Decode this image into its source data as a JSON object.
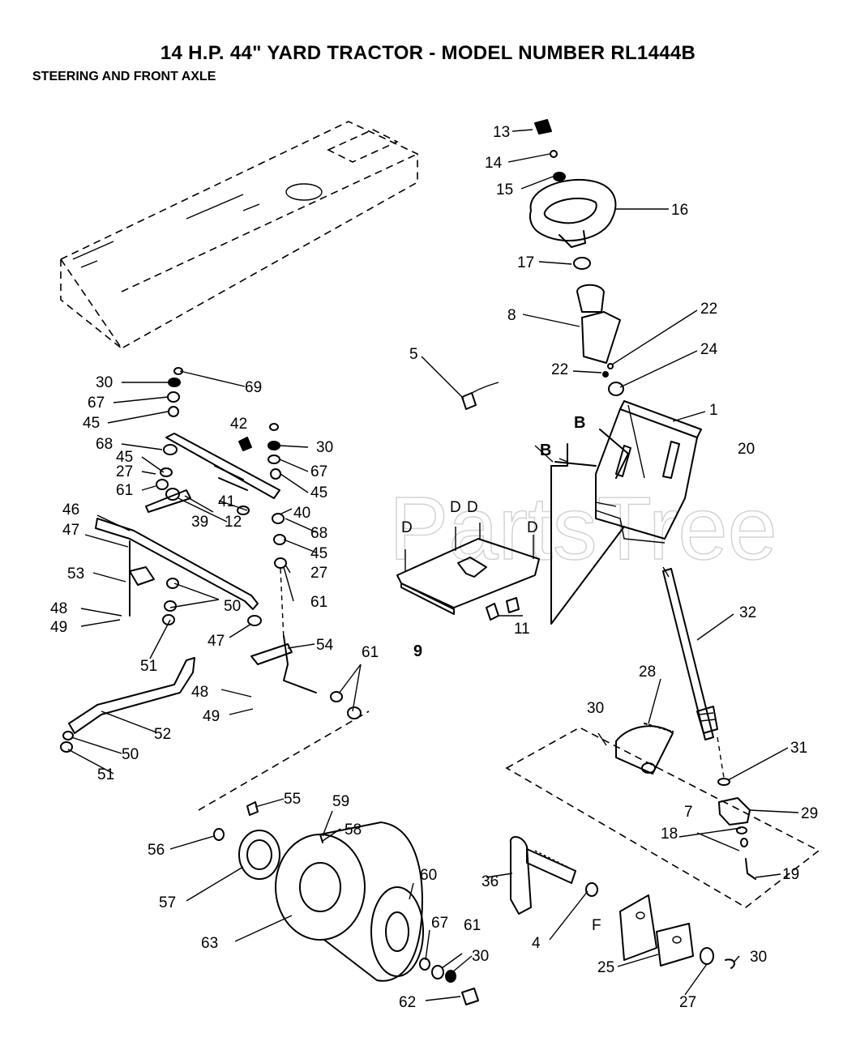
{
  "header": {
    "title": "14 H.P. 44\" YARD TRACTOR - MODEL NUMBER RL1444B",
    "subtitle": "STEERING  AND FRONT AXLE"
  },
  "watermark": "PartsTree",
  "callouts": [
    "1",
    "4",
    "5",
    "7",
    "8",
    "9",
    "11",
    "12",
    "13",
    "14",
    "15",
    "16",
    "17",
    "18",
    "19",
    "20",
    "22",
    "24",
    "25",
    "27",
    "28",
    "29",
    "30",
    "31",
    "32",
    "36",
    "39",
    "40",
    "41",
    "42",
    "45",
    "46",
    "47",
    "48",
    "49",
    "50",
    "51",
    "52",
    "53",
    "54",
    "55",
    "56",
    "57",
    "58",
    "59",
    "60",
    "61",
    "62",
    "63",
    "67",
    "68",
    "69"
  ],
  "reference_letters": [
    "B",
    "D",
    "F"
  ]
}
